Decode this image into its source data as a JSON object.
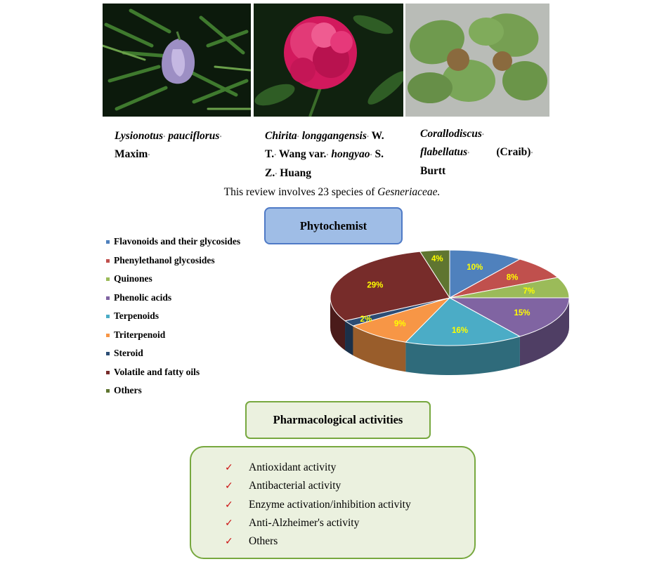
{
  "photos": [
    {
      "species_part1": "Lysionotus",
      "species_part2": "pauciflorus",
      "author": "Maxim"
    },
    {
      "species_part1": "Chirita",
      "species_part2": "longgangensis",
      "author_part1": "W.",
      "author_part2": "T.",
      "author_part3": "Wang",
      "var_label": "var.",
      "variety": "hongyao",
      "author_part4": "S.",
      "author_part5": "Z.",
      "author_part6": "Huang"
    },
    {
      "species_part1": "Corallodiscus",
      "species_part2": "flabellatus",
      "author_part1": "(Craib)",
      "author_part2": "Burtt"
    }
  ],
  "review": {
    "text": "This review involves 23 species of ",
    "family": "Gesneriaceae."
  },
  "phytochemist_label": "Phytochemist",
  "pharmacological_label": "Pharmacological activities",
  "activities": [
    "Antioxidant activity",
    "Antibacterial activity",
    "Enzyme activation/inhibition activity",
    "Anti-Alzheimer's activity",
    "Others"
  ],
  "chart_data": {
    "type": "pie",
    "style": "3d",
    "legend_placement": "left",
    "series": [
      {
        "name": "Flavonoids and their glycosides",
        "value": 10,
        "label": "10%",
        "color": "#4f81bd"
      },
      {
        "name": "Phenylethanol glycosides",
        "value": 8,
        "label": "8%",
        "color": "#c0504d"
      },
      {
        "name": "Quinones",
        "value": 7,
        "label": "7%",
        "color": "#9bbb59"
      },
      {
        "name": "Phenolic acids",
        "value": 15,
        "label": "15%",
        "color": "#8064a2"
      },
      {
        "name": "Terpenoids",
        "value": 16,
        "label": "16%",
        "color": "#4bacc6"
      },
      {
        "name": "Triterpenoid",
        "value": 9,
        "label": "9%",
        "color": "#f79646"
      },
      {
        "name": "Steroid",
        "value": 2,
        "label": "2%",
        "color": "#2c4d75"
      },
      {
        "name": "Volatile and fatty oils",
        "value": 29,
        "label": "29%",
        "color": "#772c2a"
      },
      {
        "name": "Others",
        "value": 4,
        "label": "4%",
        "color": "#5f7530"
      }
    ],
    "label_color": "#ffff00"
  }
}
